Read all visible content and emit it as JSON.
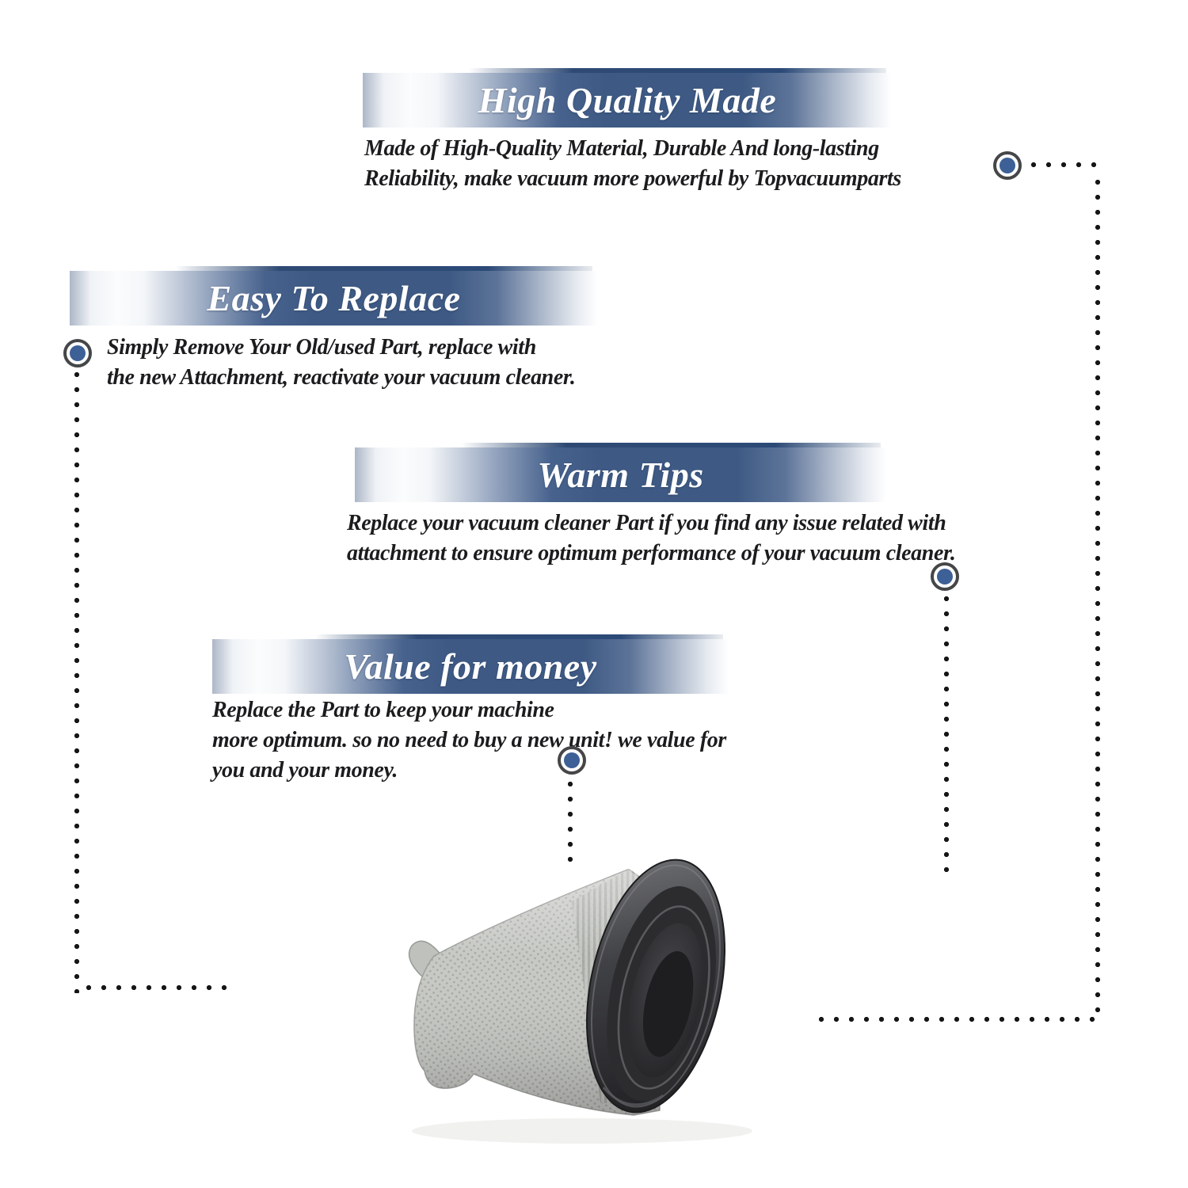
{
  "title": "Vacuum filter replacement infographic",
  "colors": {
    "banner_blue": "#3e5a84",
    "banner_blue_dark_edge": "#2e4a74",
    "heading_white": "#ffffff",
    "body_text": "#1c1c1e",
    "bullseye_ring": "#454648",
    "bullseye_blue": "#3d6096",
    "connector_dot": "#161616",
    "filter_mesh_gray": "#c6c8c5",
    "filter_plastic_dark": "#27272a"
  },
  "sections": [
    {
      "id": "high-quality-made",
      "heading": "High Quality Made",
      "body_lines": [
        "Made of High-Quality Material, Durable And long-lasting",
        "Reliability, make vacuum more powerful by Topvacuumparts"
      ]
    },
    {
      "id": "easy-to-replace",
      "heading": "Easy To Replace",
      "body_lines": [
        "Simply Remove Your Old/used Part, replace with",
        "the new Attachment, reactivate your vacuum cleaner."
      ]
    },
    {
      "id": "warm-tips",
      "heading": "Warm Tips",
      "body_lines": [
        "Replace your vacuum cleaner Part if you find any issue related with",
        "attachment to ensure optimum performance of your vacuum cleaner."
      ]
    },
    {
      "id": "value-for-money",
      "heading": "Value for money",
      "body_lines": [
        "Replace the Part to keep your machine",
        "more optimum. so no need to buy a new unit! we value for",
        "you and your money."
      ]
    }
  ],
  "product": {
    "name": "vacuum-filter-cone",
    "description": "Gray mesh cone dust-cup filter with dark plastic oval rim"
  }
}
